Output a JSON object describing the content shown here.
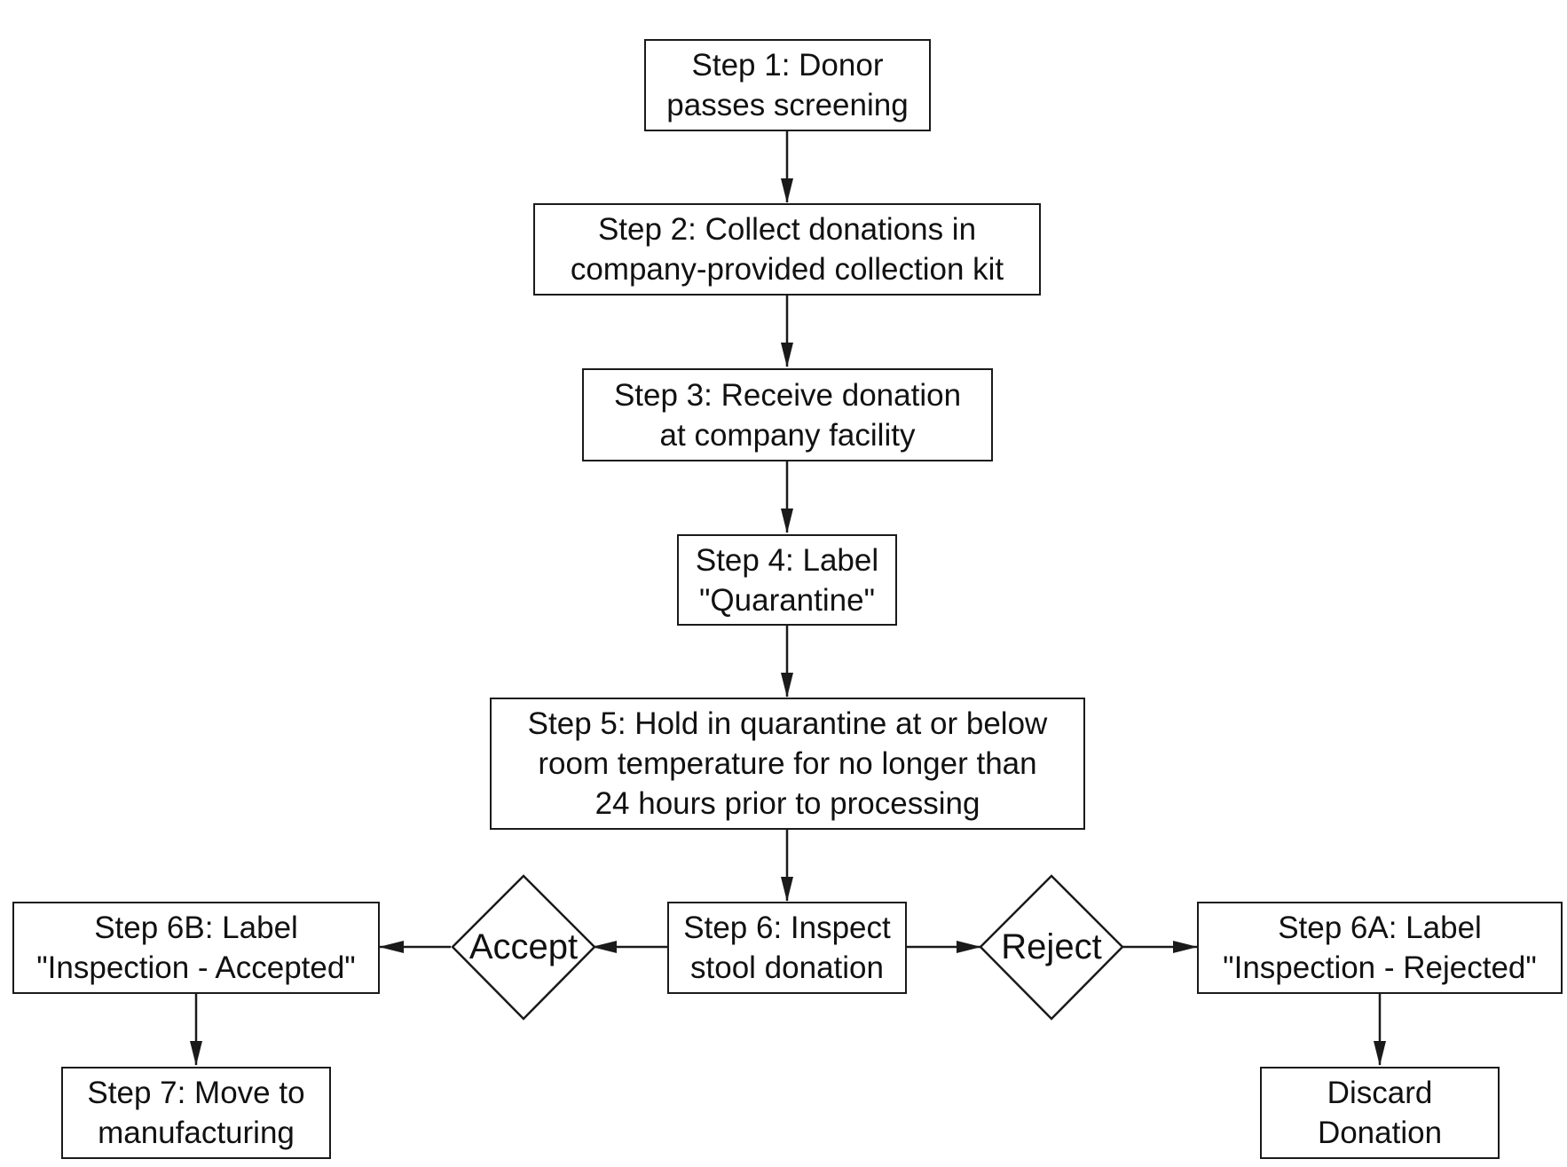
{
  "diagram": {
    "nodes": {
      "step1": {
        "lines": [
          "Step 1: Donor",
          "passes screening"
        ]
      },
      "step2": {
        "lines": [
          "Step 2: Collect donations in",
          "company-provided collection kit"
        ]
      },
      "step3": {
        "lines": [
          "Step 3: Receive donation",
          "at company facility"
        ]
      },
      "step4": {
        "lines": [
          "Step 4: Label",
          "\"Quarantine\""
        ]
      },
      "step5": {
        "lines": [
          "Step 5: Hold in quarantine at or below",
          "room temperature for no longer than",
          "24 hours prior to processing"
        ]
      },
      "step6": {
        "lines": [
          "Step 6: Inspect",
          "stool donation"
        ]
      },
      "step6b": {
        "lines": [
          "Step 6B: Label",
          "\"Inspection - Accepted\""
        ]
      },
      "step6a": {
        "lines": [
          "Step 6A: Label",
          "\"Inspection - Rejected\""
        ]
      },
      "step7": {
        "lines": [
          "Step 7: Move to",
          "manufacturing"
        ]
      },
      "discard": {
        "lines": [
          "Discard",
          "Donation"
        ]
      }
    },
    "decisions": {
      "accept": {
        "label": "Accept"
      },
      "reject": {
        "label": "Reject"
      }
    },
    "edges": [
      {
        "from": "step1",
        "to": "step2"
      },
      {
        "from": "step2",
        "to": "step3"
      },
      {
        "from": "step3",
        "to": "step4"
      },
      {
        "from": "step4",
        "to": "step5"
      },
      {
        "from": "step5",
        "to": "step6"
      },
      {
        "from": "step6",
        "to": "accept"
      },
      {
        "from": "accept",
        "to": "step6b"
      },
      {
        "from": "step6",
        "to": "reject"
      },
      {
        "from": "reject",
        "to": "step6a"
      },
      {
        "from": "step6b",
        "to": "step7"
      },
      {
        "from": "step6a",
        "to": "discard"
      }
    ]
  },
  "colors": {
    "stroke": "#1a1a1a",
    "background": "#ffffff"
  }
}
